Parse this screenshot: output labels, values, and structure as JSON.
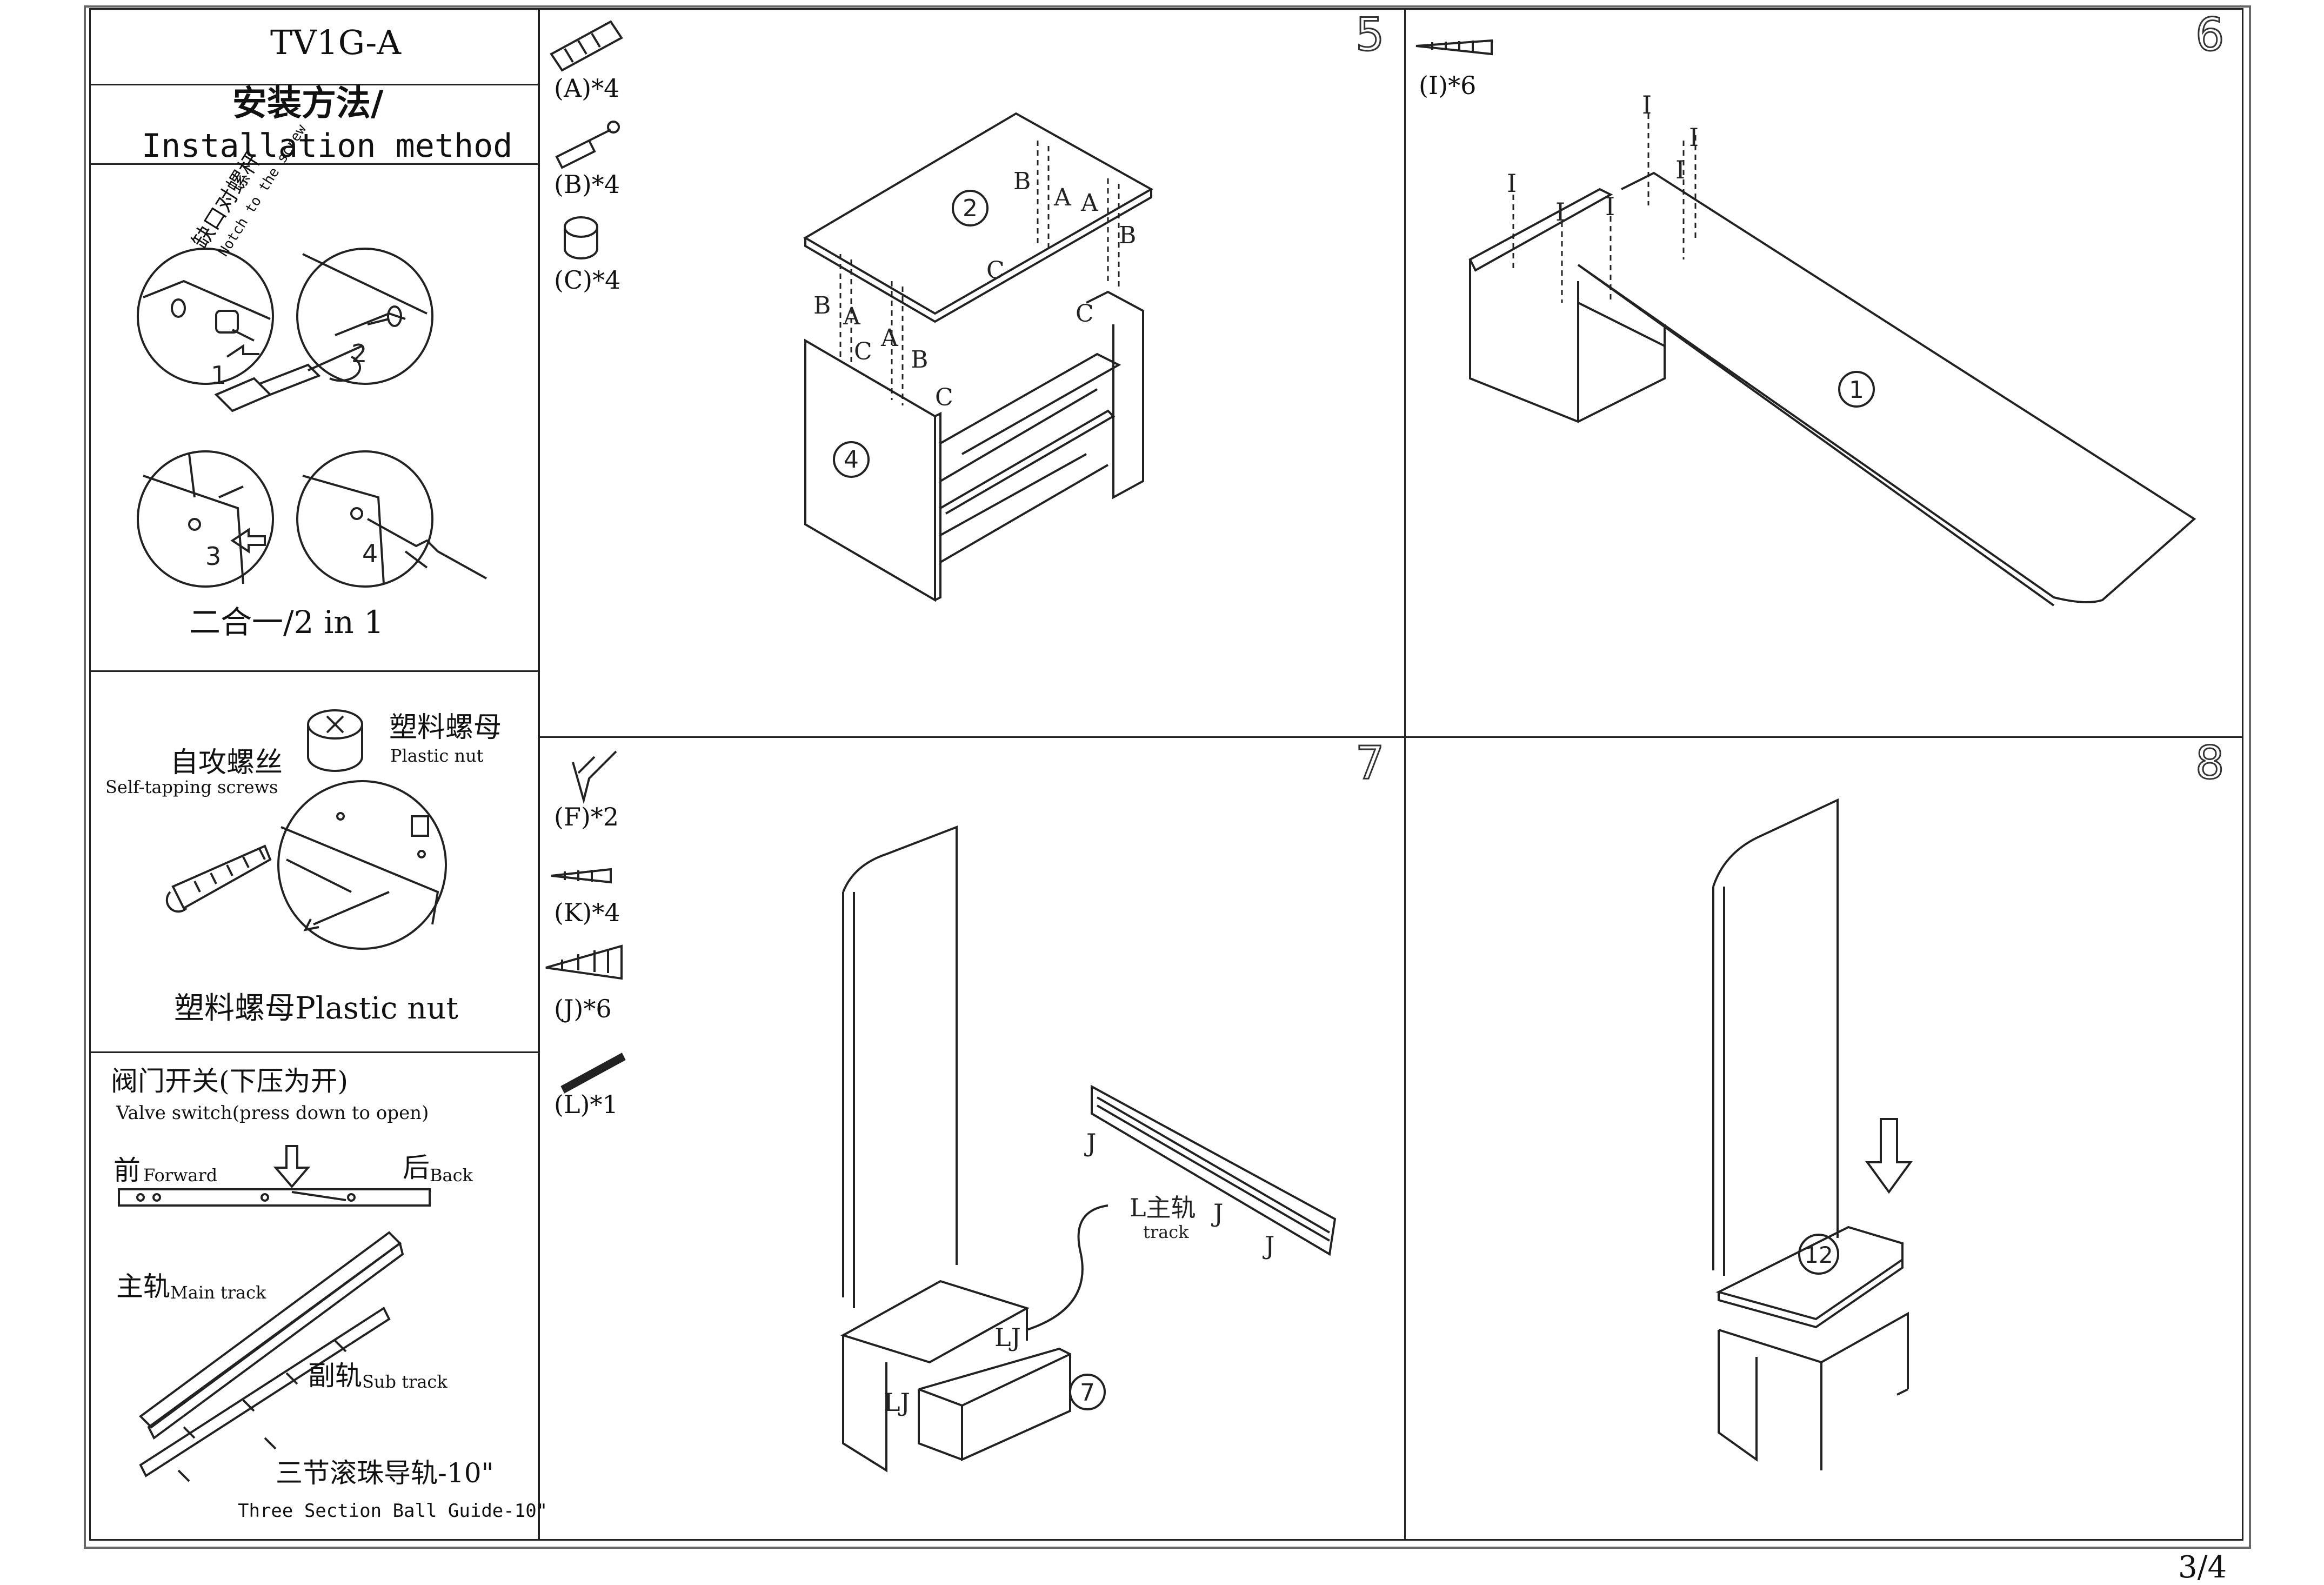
{
  "model": "TV1G-A",
  "method": {
    "zh": "安装方法/",
    "en": "Installation method"
  },
  "two_in_one": {
    "caption": "二合一/2 in 1",
    "notch_zh": "缺口对螺杆",
    "notch_en": "Notch to the screw",
    "steps": [
      "1",
      "2",
      "3",
      "4"
    ]
  },
  "plastic_nut_section": {
    "screw_zh": "自攻螺丝",
    "screw_en": "Self-tapping screws",
    "nut_zh": "塑料螺母",
    "nut_en": "Plastic nut",
    "caption": "塑料螺母Plastic nut"
  },
  "valve_section": {
    "title_zh": "阀门开关(下压为开)",
    "title_en": "Valve switch(press down to open)",
    "forward_zh": "前",
    "forward_en": "Forward",
    "back_zh": "后",
    "back_en": "Back",
    "main_zh": "主轨",
    "main_en": "Main track",
    "sub_zh": "副轨",
    "sub_en": "Sub track",
    "guide_zh": "三节滚珠导轨-10\"",
    "guide_en": "Three Section Ball Guide-10\""
  },
  "steps": {
    "s5": {
      "num": "5",
      "parts": [
        "(A)*4",
        "(B)*4",
        "(C)*4"
      ],
      "panel_2": "2",
      "panel_4": "4",
      "labels": [
        "B",
        "A",
        "A",
        "B",
        "B",
        "A",
        "C",
        "A",
        "B",
        "C",
        "C",
        "C"
      ]
    },
    "s6": {
      "num": "6",
      "parts": [
        "(I)*6"
      ],
      "panel_1": "1",
      "labels": [
        "I",
        "I",
        "I",
        "I",
        "I",
        "I"
      ]
    },
    "s7": {
      "num": "7",
      "parts": [
        "(F)*2",
        "(K)*4",
        "(J)*6",
        "(L)*1"
      ],
      "panel_7": "7",
      "track_zh": "L主轨",
      "track_en": "track",
      "labels": [
        "J",
        "J",
        "J",
        "LJ",
        "LJ"
      ]
    },
    "s8": {
      "num": "8",
      "panel_12": "12"
    }
  },
  "page_number": "3/4"
}
